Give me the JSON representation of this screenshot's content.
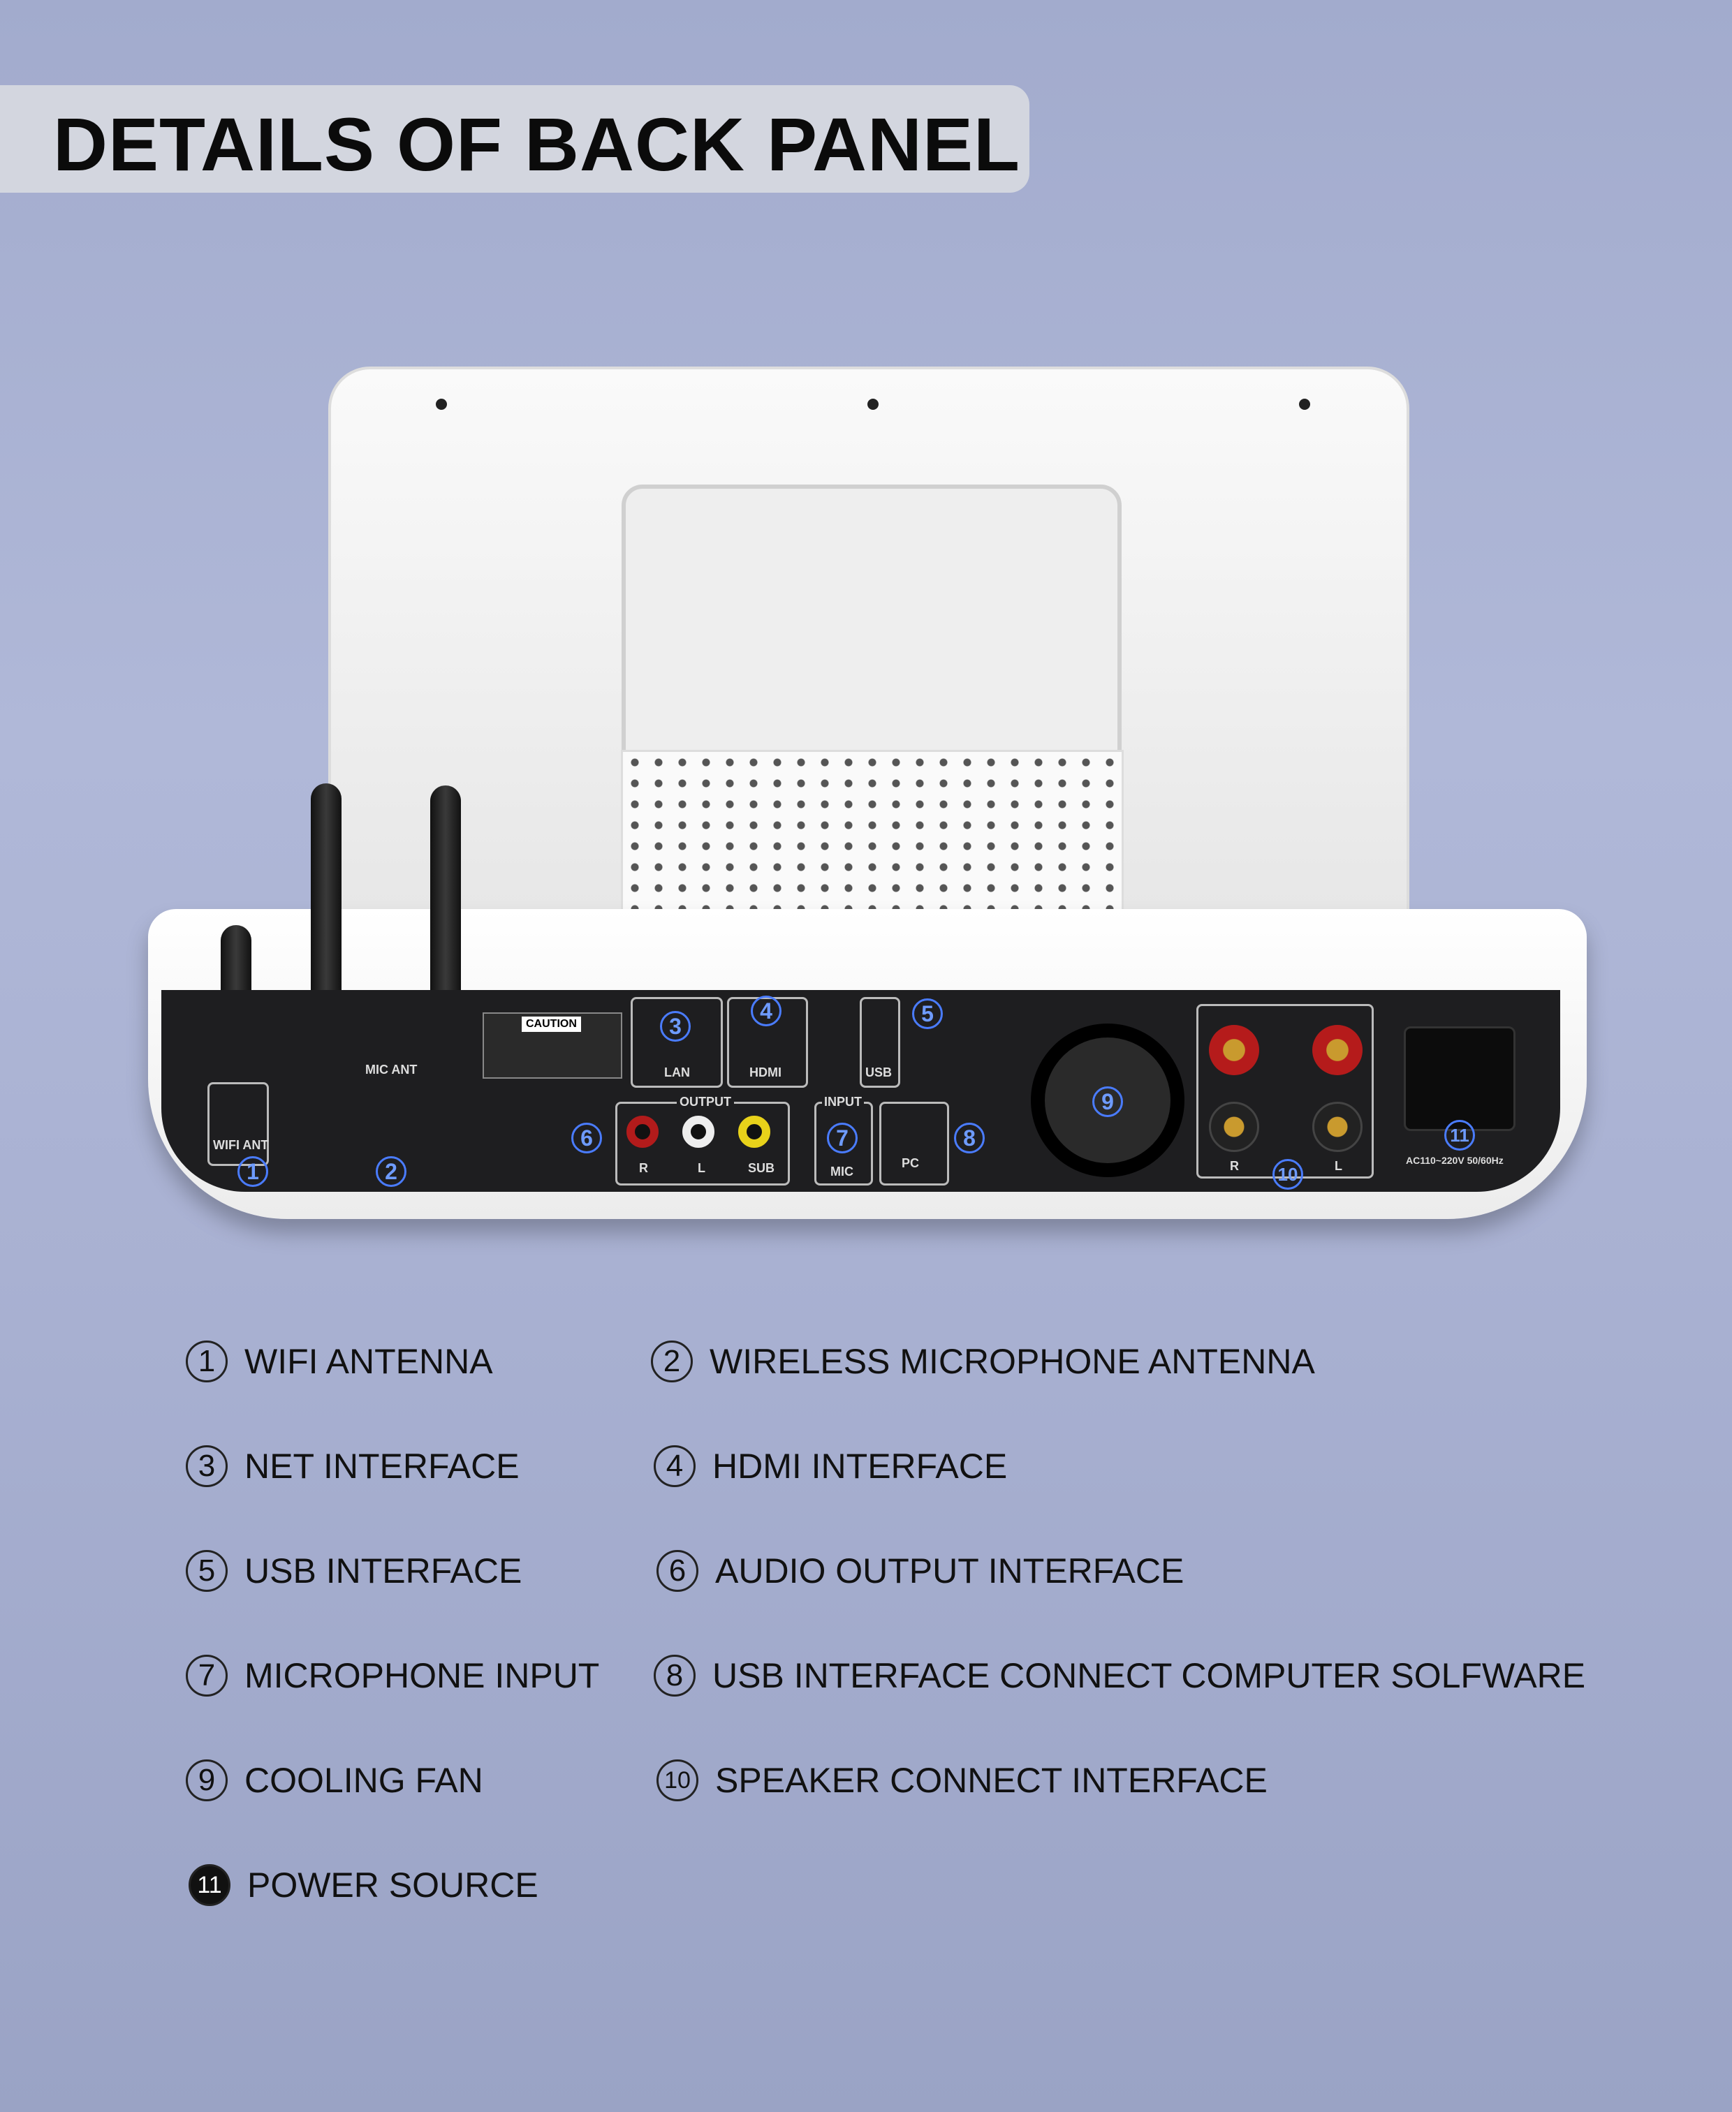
{
  "title": "DETAILS OF BACK PANEL",
  "panel_labels": {
    "wifi_ant": "WIFI ANT",
    "mic_ant": "MIC ANT",
    "caution": "CAUTION",
    "lan": "LAN",
    "hdmi": "HDMI",
    "usb": "USB",
    "output": "OUTPUT",
    "r": "R",
    "l": "L",
    "sub": "SUB",
    "input": "INPUT",
    "mic": "MIC",
    "pc": "PC",
    "spk_r": "R",
    "spk_l": "L",
    "power_rating": "AC110~220V 50/60Hz"
  },
  "callouts": [
    "1",
    "2",
    "3",
    "4",
    "5",
    "6",
    "7",
    "8",
    "9",
    "10",
    "11"
  ],
  "legend": [
    {
      "num": "1",
      "label": "WIFI ANTENNA"
    },
    {
      "num": "2",
      "label": "WIRELESS MICROPHONE ANTENNA"
    },
    {
      "num": "3",
      "label": "NET INTERFACE"
    },
    {
      "num": "4",
      "label": "HDMI INTERFACE"
    },
    {
      "num": "5",
      "label": "USB INTERFACE"
    },
    {
      "num": "6",
      "label": "AUDIO OUTPUT INTERFACE"
    },
    {
      "num": "7",
      "label": "MICROPHONE INPUT"
    },
    {
      "num": "8",
      "label": "USB INTERFACE CONNECT COMPUTER SOLFWARE"
    },
    {
      "num": "9",
      "label": "COOLING FAN"
    },
    {
      "num": "10",
      "label": "SPEAKER CONNECT INTERFACE"
    },
    {
      "num": "11",
      "label": "POWER SOURCE"
    }
  ]
}
